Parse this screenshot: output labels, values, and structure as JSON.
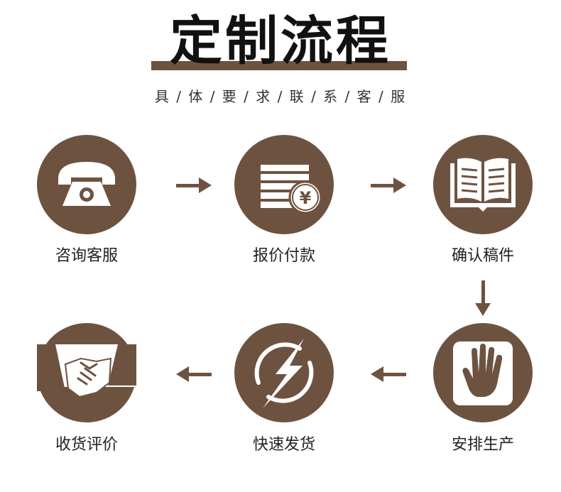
{
  "header": {
    "title": "定制流程",
    "subtitle": "具 / 体 / 要 / 求 / 联 / 系 / 客 / 服"
  },
  "steps": [
    {
      "label": "咨询客服",
      "icon": "telephone-icon"
    },
    {
      "label": "报价付款",
      "icon": "invoice-yen-icon"
    },
    {
      "label": "确认稿件",
      "icon": "open-book-icon"
    },
    {
      "label": "安排生产",
      "icon": "hand-icon"
    },
    {
      "label": "快速发货",
      "icon": "lightning-icon"
    },
    {
      "label": "收货评价",
      "icon": "handshake-icon"
    }
  ],
  "colors": {
    "accent": "#6e5240",
    "text": "#222222",
    "background": "#ffffff"
  }
}
